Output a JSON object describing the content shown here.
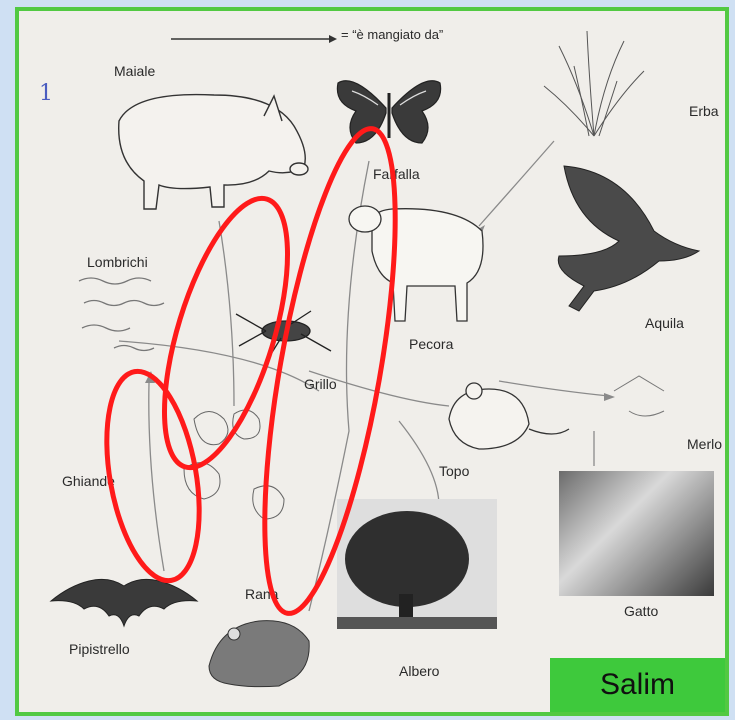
{
  "legend": {
    "arrow_meaning": "= “è mangiato da”"
  },
  "margin_mark": "1",
  "labels": {
    "maiale": "Maiale",
    "farfalla": "Farfalla",
    "erba": "Erba",
    "lombrichi": "Lombrichi",
    "pecora": "Pecora",
    "aquila": "Aquila",
    "grillo": "Grillo",
    "merlo": "Merlo",
    "topo": "Topo",
    "ghiande": "Ghiande",
    "gatto": "Gatto",
    "rana": "Rana",
    "pipistrello": "Pipistrello",
    "albero": "Albero"
  },
  "author_name": "Salim",
  "colors": {
    "border": "#52c942",
    "badge": "#3ec93c",
    "ink": "#2a2a2a",
    "pencil": "#8a8a8a",
    "marker": "#ff1a1a"
  }
}
